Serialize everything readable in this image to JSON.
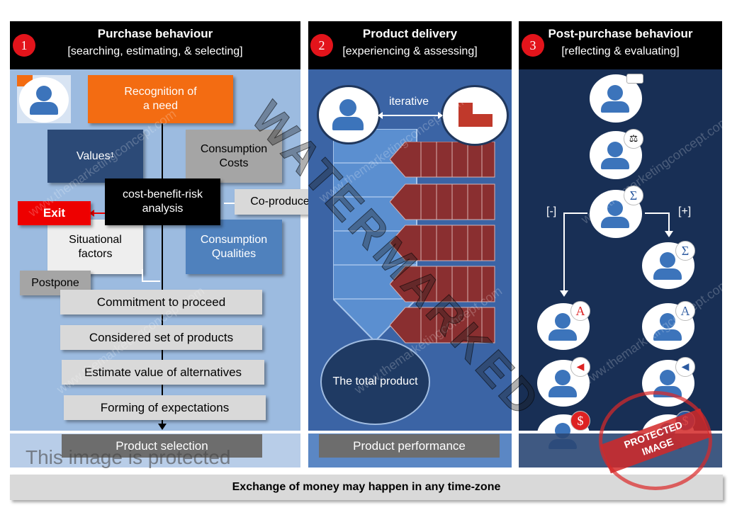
{
  "columns": [
    {
      "number": "1",
      "title": "Purchase behaviour",
      "subtitle": "[searching, estimating, & selecting]"
    },
    {
      "number": "2",
      "title": "Product delivery",
      "subtitle": "[experiencing & assessing]"
    },
    {
      "number": "3",
      "title": "Post-purchase behaviour",
      "subtitle": "[reflecting & evaluating]"
    }
  ],
  "phase1": {
    "recognition": "Recognition of a need",
    "values": "Values",
    "values_sup": "1",
    "consumption_costs": "Consumption Costs",
    "cost_benefit": "cost-benefit-risk analysis",
    "exit": "Exit",
    "situational": "Situational factors",
    "consumption_qualities": "Consumption Qualities",
    "postpone": "Postpone",
    "steps": [
      "Commitment to proceed",
      "Considered set of products",
      "Estimate value of alternatives",
      "Forming of expectations"
    ],
    "footer": "Product selection"
  },
  "phase2": {
    "coproduce": "Co-produce",
    "iterative": "iterative",
    "total_product": "The total product",
    "footer": "Product performance"
  },
  "phase3": {
    "minus": "[-]",
    "plus": "[+]",
    "badge_a": "A",
    "badge_sigma": "Σ",
    "badge_dollar": "$"
  },
  "bottom_bar": "Exchange of money may happen in any time-zone",
  "protected_text": "This image is protected",
  "stamp_text": "PROTECTED IMAGE",
  "watermark_text": "WATERMARKED",
  "watermark_url": "www.themarketingconcept.com",
  "colors": {
    "phase1_bg": "#9cbbe0",
    "phase2_bg": "#3b64a5",
    "phase3_bg": "#182f55",
    "orange": "#f36c12",
    "navy_box": "#2c4a77",
    "grey_box": "#a5a5a5",
    "red": "#ee0000",
    "light_step": "#d9d9d9",
    "dark_footer": "#6d6d6d",
    "person": "#3c74bb",
    "maroon": "#8a2f30"
  }
}
